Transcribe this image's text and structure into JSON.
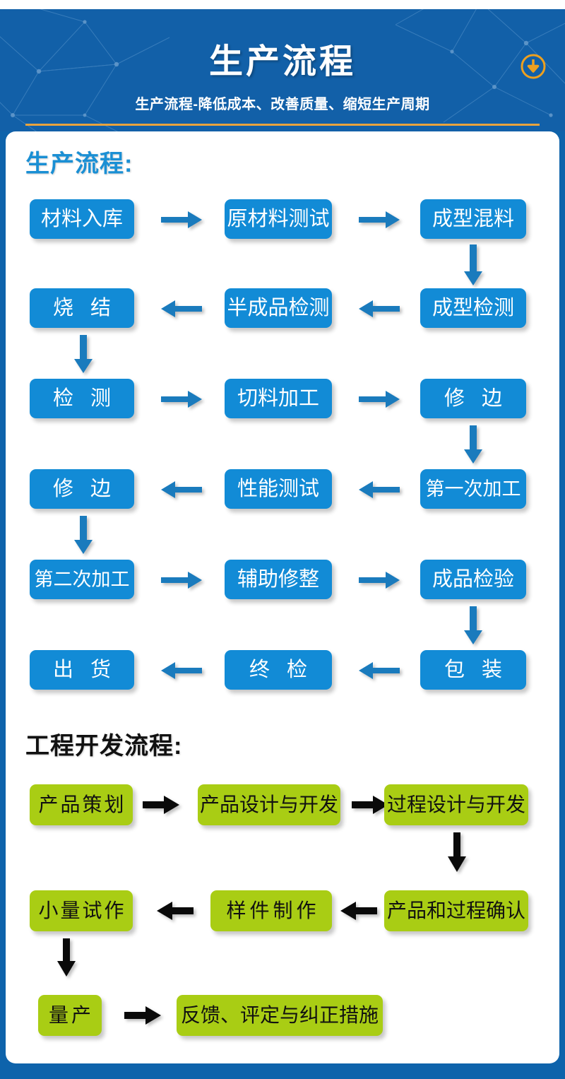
{
  "header": {
    "title": "生产流程",
    "subtitle": "生产流程-降低成本、改善质量、缩短生产周期",
    "icon": "download-circle-icon",
    "bg_color": "#1260a8",
    "rule_color": "#e8a33d",
    "icon_color": "#eda01f"
  },
  "sections": [
    {
      "id": "production",
      "heading": "生产流程:",
      "heading_color": "#1a8fd4",
      "node_color": "#128bd6",
      "node_text_color": "#ffffff",
      "arrow_color": "#1a7bbd",
      "nodes": [
        "材料入库",
        "原材料测试",
        "成型混料",
        "成型检测",
        "半成品检测",
        "烧 结",
        "检 测",
        "切料加工",
        "修 边",
        "第一次加工",
        "性能测试",
        "修 边",
        "第二次加工",
        "辅助修整",
        "成品检验",
        "包 装",
        "终 检",
        "出 货"
      ]
    },
    {
      "id": "engineering",
      "heading": "工程开发流程:",
      "heading_color": "#111111",
      "node_color": "#a9cd14",
      "node_text_color": "#111111",
      "arrow_color": "#111111",
      "nodes": [
        "产品策划",
        "产品设计与开发",
        "过程设计与开发",
        "产品和过程确认",
        "样件制作",
        "小量试作",
        "量产",
        "反馈、评定与纠正措施"
      ]
    }
  ]
}
